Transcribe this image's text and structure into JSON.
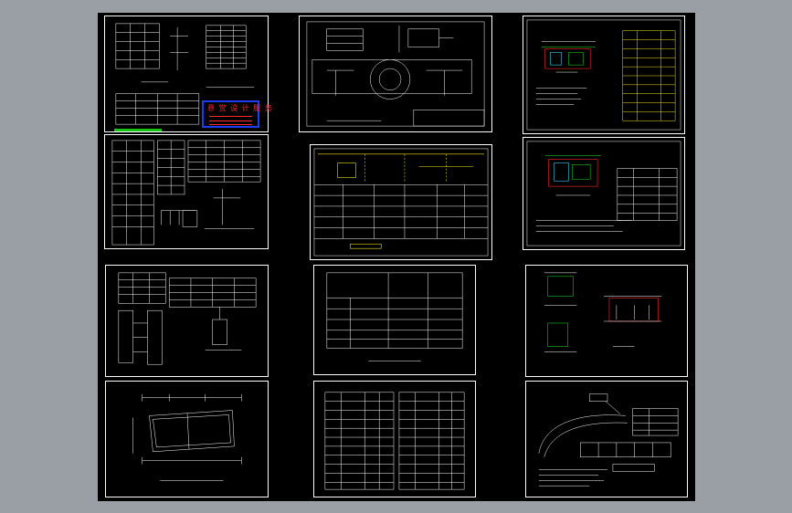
{
  "stamp": {
    "text": "悬 赏 设 计 服 务"
  },
  "sheets": [
    {
      "id": "A1"
    },
    {
      "id": "A2"
    },
    {
      "id": "A3"
    },
    {
      "id": "A4"
    },
    {
      "id": "B1"
    },
    {
      "id": "B2"
    },
    {
      "id": "B3"
    },
    {
      "id": "B4"
    },
    {
      "id": "C1"
    },
    {
      "id": "C2"
    },
    {
      "id": "C3"
    },
    {
      "id": "C4"
    }
  ],
  "colors": {
    "background": "#9a9ea5",
    "canvas": "#000000",
    "line": "#ffffff",
    "accent_yellow": "#f0e020",
    "accent_red": "#ff2a2a",
    "accent_green": "#19c419",
    "accent_blue": "#1f3df0",
    "accent_cyan": "#3cd0f0"
  }
}
